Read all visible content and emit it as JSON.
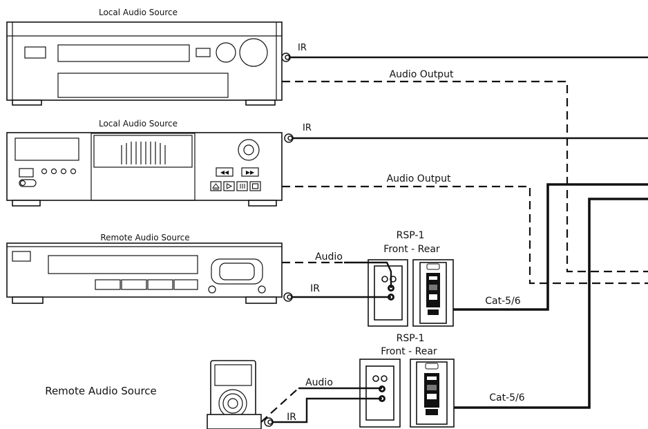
{
  "sources": {
    "local1": "Local Audio Source",
    "local2": "Local Audio Source",
    "remote1": "Remote Audio Source",
    "remote2": "Remote Audio Source"
  },
  "signals": {
    "ir_1": "IR",
    "ir_2": "IR",
    "ir_3": "IR",
    "ir_4": "IR",
    "audio_out_1": "Audio Output",
    "audio_out_2": "Audio Output",
    "audio_1": "Audio",
    "audio_2": "Audio",
    "cat_1": "Cat-5/6",
    "cat_2": "Cat-5/6"
  },
  "panels": {
    "rsp1_a_title": "RSP-1",
    "rsp1_a_sub": "Front - Rear",
    "rsp1_b_title": "RSP-1",
    "rsp1_b_sub": "Front - Rear"
  },
  "cd_transport": {
    "rewind_glyph": "◀◀",
    "forward_glyph": "▶▶"
  }
}
